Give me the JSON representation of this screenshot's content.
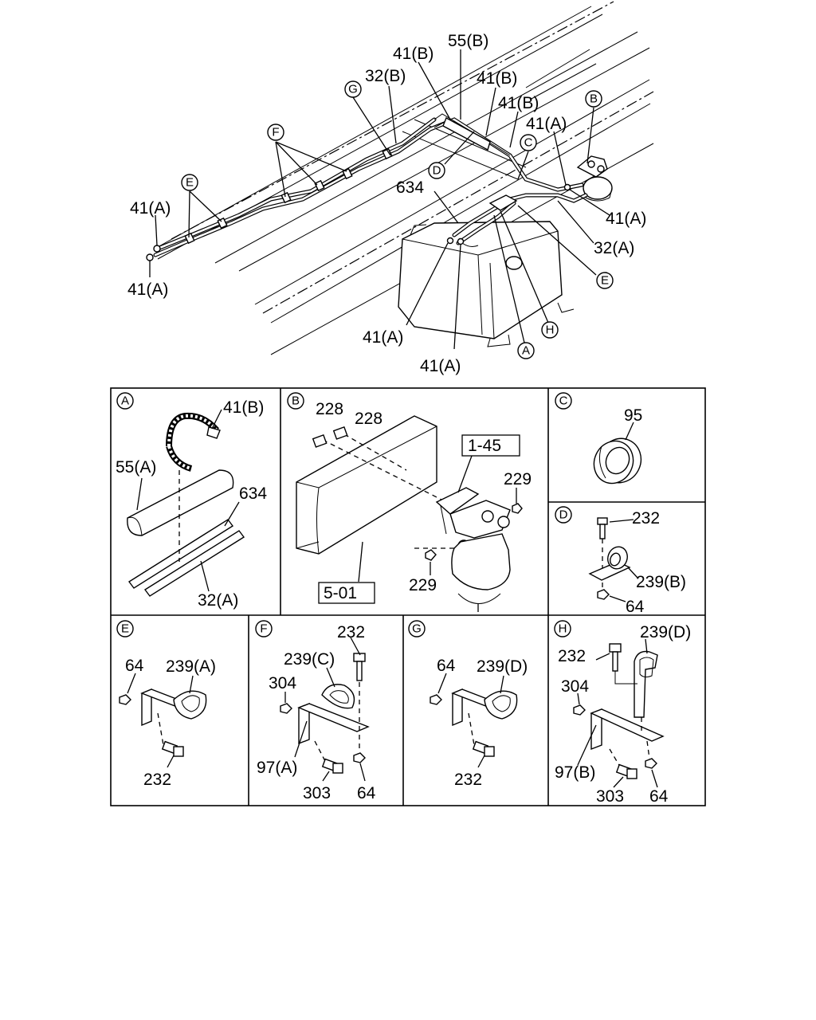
{
  "overview": {
    "callouts": {
      "g": "G",
      "f": "F",
      "e": "E",
      "b": "B",
      "c": "C",
      "d": "D",
      "e2": "E",
      "h": "H",
      "a": "A"
    },
    "labels": {
      "l_41b_top": "41(B)",
      "l_55b": "55(B)",
      "l_32b": "32(B)",
      "l_41b_2": "41(B)",
      "l_41b_3": "41(B)",
      "l_41a_top": "41(A)",
      "l_41a_left1": "41(A)",
      "l_41a_left2": "41(A)",
      "l_634": "634",
      "l_41a_right": "41(A)",
      "l_32a": "32(A)",
      "l_41a_bot1": "41(A)",
      "l_41a_bot2": "41(A)"
    }
  },
  "panels": [
    {
      "id": "A",
      "labels": {
        "p1": "41(B)",
        "p2": "55(A)",
        "p3": "634",
        "p4": "32(A)"
      }
    },
    {
      "id": "B",
      "labels": {
        "p1": "228",
        "p2": "228",
        "p3": "229",
        "p4": "229",
        "ref1": "1-45",
        "ref2": "5-01"
      }
    },
    {
      "id": "C",
      "labels": {
        "p1": "95"
      }
    },
    {
      "id": "D",
      "labels": {
        "p1": "232",
        "p2": "239(B)",
        "p3": "64"
      }
    },
    {
      "id": "E",
      "labels": {
        "p1": "64",
        "p2": "239(A)",
        "p3": "232"
      }
    },
    {
      "id": "F",
      "labels": {
        "p1": "232",
        "p2": "239(C)",
        "p3": "304",
        "p4": "97(A)",
        "p5": "303",
        "p6": "64"
      }
    },
    {
      "id": "G",
      "labels": {
        "p1": "64",
        "p2": "239(D)",
        "p3": "232"
      }
    },
    {
      "id": "H",
      "labels": {
        "p1": "239(D)",
        "p2": "232",
        "p3": "304",
        "p4": "97(B)",
        "p5": "303",
        "p6": "64"
      }
    }
  ]
}
